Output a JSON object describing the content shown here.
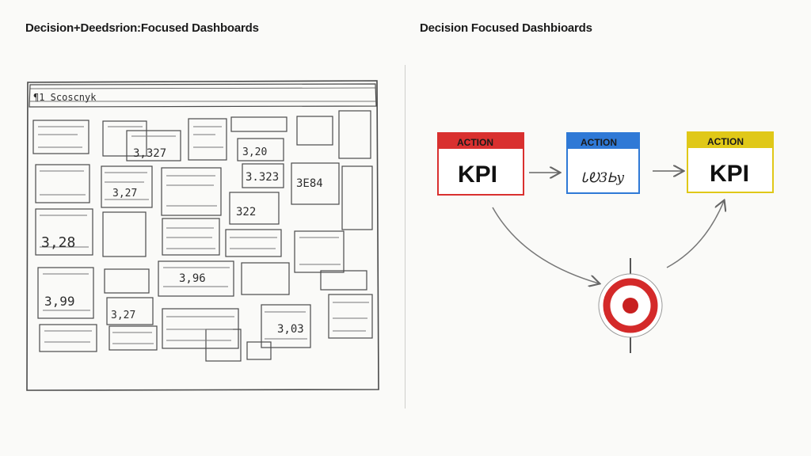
{
  "left_panel": {
    "title": "Decision+Deedsrion:Focused Dashboards",
    "window_caption": "¶1 Scoscnyk",
    "sketch_numbers": [
      "3,327",
      "3,27",
      "3,20",
      "3.323",
      "3E84",
      "322",
      "3,28",
      "3,99",
      "3,96",
      "3,03",
      "3,27"
    ]
  },
  "right_panel": {
    "title": "Decision Focused Dashbioards",
    "cards": [
      {
        "label": "ACTION",
        "value": "KPI",
        "color": "#d9302f"
      },
      {
        "label": "ACTION",
        "value": "ᏓᎧ3Ꮟy",
        "color": "#2f79d6"
      },
      {
        "label": "ACTION",
        "value": "KPI",
        "color": "#e0c818"
      }
    ],
    "target_colors": {
      "ring": "#d42a2a",
      "center": "#c82020"
    }
  }
}
